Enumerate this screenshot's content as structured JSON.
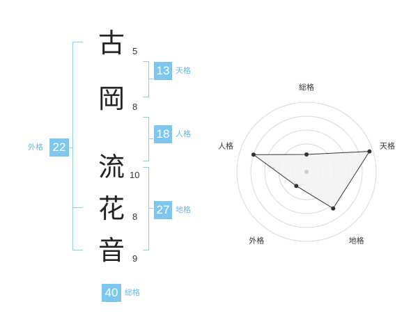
{
  "name": {
    "chars": [
      {
        "char": "古",
        "strokes": "5"
      },
      {
        "char": "岡",
        "strokes": "8"
      },
      {
        "char": "流",
        "strokes": "10"
      },
      {
        "char": "花",
        "strokes": "8"
      },
      {
        "char": "音",
        "strokes": "9"
      }
    ]
  },
  "fortunes": {
    "tenkaku": {
      "label": "天格",
      "value": "13"
    },
    "jinkaku": {
      "label": "人格",
      "value": "18"
    },
    "chikaku": {
      "label": "地格",
      "value": "27"
    },
    "gaikaku": {
      "label": "外格",
      "value": "22"
    },
    "soukaku": {
      "label": "総格",
      "value": "40"
    }
  },
  "radar": {
    "axes": [
      "総格",
      "天格",
      "地格",
      "外格",
      "人格"
    ],
    "values": [
      0.25,
      0.95,
      0.65,
      0.25,
      0.8
    ],
    "colors": {
      "fill": "#f2f2f2",
      "line": "#333333",
      "grid": "#d8d8d8",
      "center": "#cccccc"
    }
  }
}
